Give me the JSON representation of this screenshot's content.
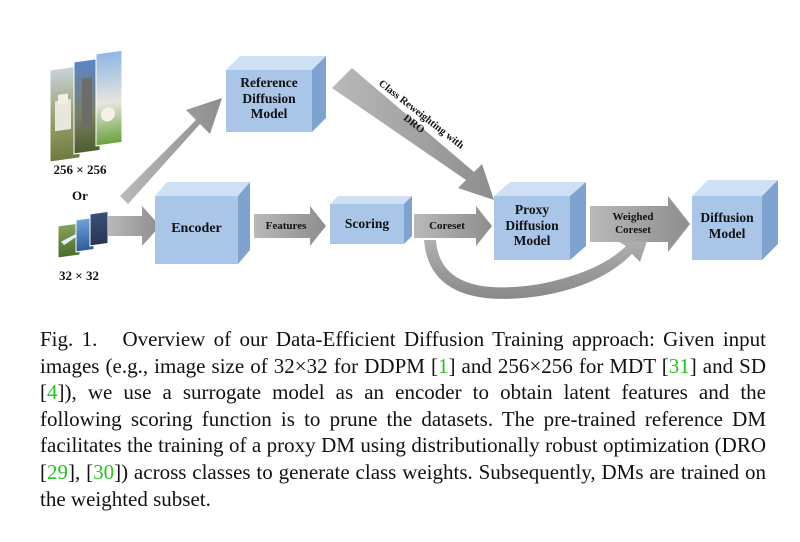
{
  "diagram": {
    "input_large_label": "256 × 256",
    "input_or_label": "Or",
    "input_small_label": "32 × 32",
    "boxes": {
      "reference_dm": "Reference\nDiffusion\nModel",
      "encoder": "Encoder",
      "scoring": "Scoring",
      "proxy_dm": "Proxy\nDiffusion\nModel",
      "diffusion_model": "Diffusion\nModel"
    },
    "arrow_labels": {
      "features": "Features",
      "coreset": "Coreset",
      "weighed_coreset": "Weighed\nCoreset",
      "class_reweighting": "Class Reweighting with\nDRO"
    },
    "colors": {
      "box_front": "#a9c6e8",
      "box_top": "#c9dcf2",
      "box_side": "#7fa3cf",
      "arrow_gray": "#8a8a8a"
    }
  },
  "caption": {
    "fig_label": "Fig. 1.",
    "p1": "Overview of our Data-Efficient Diffusion Training approach: Given input images (e.g., image size of 32×32 for DDPM ",
    "c1": "1",
    "p2": " and 256×256 for MDT ",
    "c31": "31",
    "p3": " and SD ",
    "c4": "4",
    "p4": "), we use a surrogate model as an encoder to obtain latent features and the following scoring function is to prune the datasets. The pre-trained reference DM facilitates the training of a proxy DM using distributionally robust optimization (DRO ",
    "c29": "29",
    "p5": ", ",
    "c30": "30",
    "p6": ") across classes to generate class weights. Subsequently, DMs are trained on the weighted subset."
  }
}
